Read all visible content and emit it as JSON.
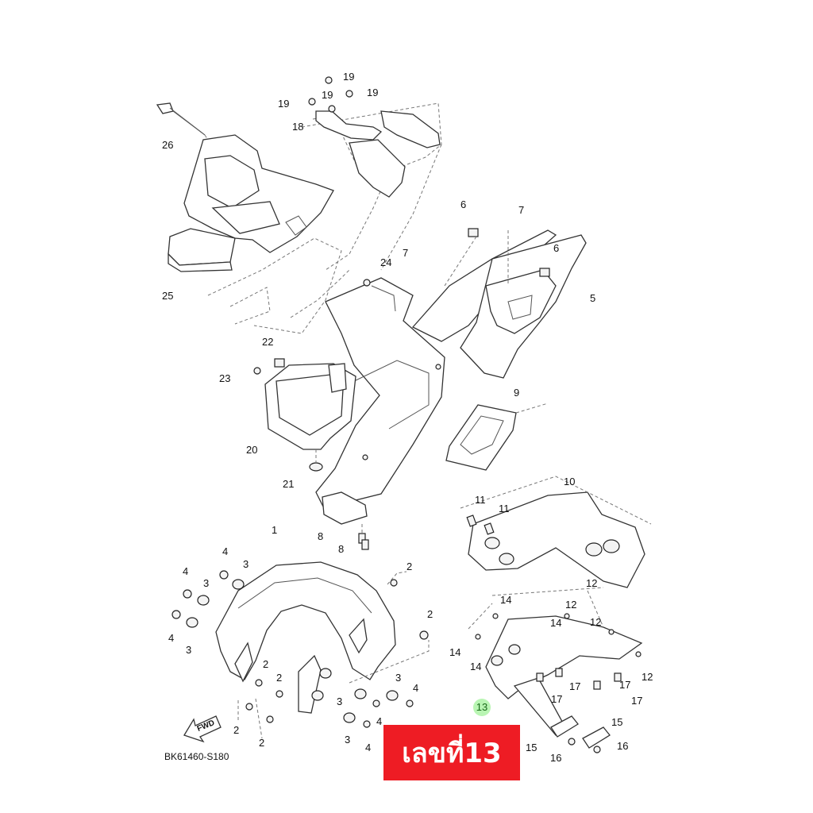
{
  "diagram": {
    "code": "BK61460-S180",
    "fwd_label": "FWD",
    "badge_text": "เลขที่13",
    "highlight_color": "#b9f5b3",
    "badge_color": "#ee1c24",
    "callouts": [
      {
        "id": "c26",
        "label": "26"
      },
      {
        "id": "c25",
        "label": "25"
      },
      {
        "id": "c19a",
        "label": "19"
      },
      {
        "id": "c19b",
        "label": "19"
      },
      {
        "id": "c19c",
        "label": "19"
      },
      {
        "id": "c19d",
        "label": "19"
      },
      {
        "id": "c18",
        "label": "18"
      },
      {
        "id": "c6a",
        "label": "6"
      },
      {
        "id": "c7a",
        "label": "7"
      },
      {
        "id": "c6b",
        "label": "6"
      },
      {
        "id": "c5",
        "label": "5"
      },
      {
        "id": "c7b",
        "label": "7"
      },
      {
        "id": "c24",
        "label": "24"
      },
      {
        "id": "c22",
        "label": "22"
      },
      {
        "id": "c23",
        "label": "23"
      },
      {
        "id": "c20",
        "label": "20"
      },
      {
        "id": "c21",
        "label": "21"
      },
      {
        "id": "c9",
        "label": "9"
      },
      {
        "id": "c10",
        "label": "10"
      },
      {
        "id": "c11a",
        "label": "11"
      },
      {
        "id": "c11b",
        "label": "11"
      },
      {
        "id": "c8a",
        "label": "8"
      },
      {
        "id": "c8b",
        "label": "8"
      },
      {
        "id": "c1",
        "label": "1"
      },
      {
        "id": "c4a",
        "label": "4"
      },
      {
        "id": "c3a",
        "label": "3"
      },
      {
        "id": "c4b",
        "label": "4"
      },
      {
        "id": "c3b",
        "label": "3"
      },
      {
        "id": "c4c",
        "label": "4"
      },
      {
        "id": "c3c",
        "label": "3"
      },
      {
        "id": "c2a",
        "label": "2"
      },
      {
        "id": "c2b",
        "label": "2"
      },
      {
        "id": "c2c",
        "label": "2"
      },
      {
        "id": "c2d",
        "label": "2"
      },
      {
        "id": "c2e",
        "label": "2"
      },
      {
        "id": "c2f",
        "label": "2"
      },
      {
        "id": "c3d",
        "label": "3"
      },
      {
        "id": "c4d",
        "label": "4"
      },
      {
        "id": "c3e",
        "label": "3"
      },
      {
        "id": "c4e",
        "label": "4"
      },
      {
        "id": "c3f",
        "label": "3"
      },
      {
        "id": "c4f",
        "label": "4"
      },
      {
        "id": "c12a",
        "label": "12"
      },
      {
        "id": "c14a",
        "label": "14"
      },
      {
        "id": "c12b",
        "label": "12"
      },
      {
        "id": "c14b",
        "label": "14"
      },
      {
        "id": "c12c",
        "label": "12"
      },
      {
        "id": "c14c",
        "label": "14"
      },
      {
        "id": "c14d",
        "label": "14"
      },
      {
        "id": "c12d",
        "label": "12"
      },
      {
        "id": "c17a",
        "label": "17"
      },
      {
        "id": "c17b",
        "label": "17"
      },
      {
        "id": "c17c",
        "label": "17"
      },
      {
        "id": "c17d",
        "label": "17"
      },
      {
        "id": "c13",
        "label": "13"
      },
      {
        "id": "c15a",
        "label": "15"
      },
      {
        "id": "c15b",
        "label": "15"
      },
      {
        "id": "c16a",
        "label": "16"
      },
      {
        "id": "c16b",
        "label": "16"
      }
    ]
  }
}
